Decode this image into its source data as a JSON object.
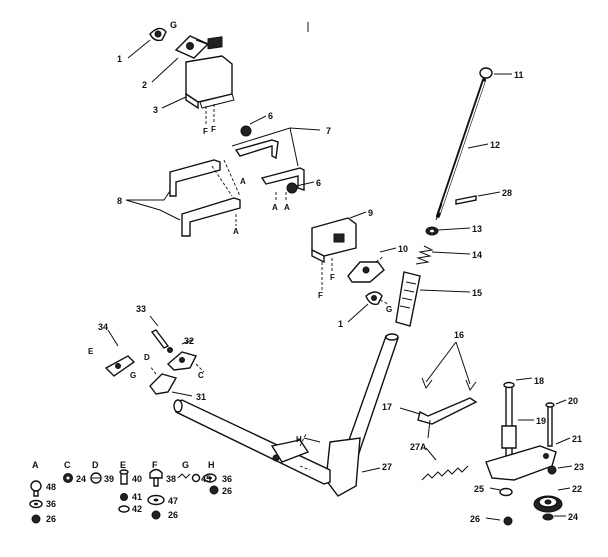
{
  "callouts": [
    {
      "id": "c-1a",
      "text": "1"
    },
    {
      "id": "c-2",
      "text": "2"
    },
    {
      "id": "c-3",
      "text": "3"
    },
    {
      "id": "c-Gtop",
      "text": "G"
    },
    {
      "id": "c-Ftop1",
      "text": "F"
    },
    {
      "id": "c-Ftop2",
      "text": "F"
    },
    {
      "id": "c-6a",
      "text": "6"
    },
    {
      "id": "c-7",
      "text": "7"
    },
    {
      "id": "c-6b",
      "text": "6"
    },
    {
      "id": "c-8",
      "text": "8"
    },
    {
      "id": "c-Aa",
      "text": "A"
    },
    {
      "id": "c-Ab",
      "text": "A"
    },
    {
      "id": "c-Ac",
      "text": "A"
    },
    {
      "id": "c-Ad",
      "text": "A"
    },
    {
      "id": "c-9",
      "text": "9"
    },
    {
      "id": "c-10",
      "text": "10"
    },
    {
      "id": "c-Fmid1",
      "text": "F"
    },
    {
      "id": "c-Fmid2",
      "text": "F"
    },
    {
      "id": "c-Gmid",
      "text": "G"
    },
    {
      "id": "c-1b",
      "text": "1"
    },
    {
      "id": "c-11",
      "text": "11"
    },
    {
      "id": "c-12",
      "text": "12"
    },
    {
      "id": "c-28",
      "text": "28"
    },
    {
      "id": "c-13",
      "text": "13"
    },
    {
      "id": "c-14",
      "text": "14"
    },
    {
      "id": "c-15",
      "text": "15"
    },
    {
      "id": "c-33",
      "text": "33"
    },
    {
      "id": "c-34",
      "text": "34"
    },
    {
      "id": "c-32",
      "text": "32"
    },
    {
      "id": "c-E",
      "text": "E"
    },
    {
      "id": "c-D",
      "text": "D"
    },
    {
      "id": "c-Gleft",
      "text": "G"
    },
    {
      "id": "c-C",
      "text": "C"
    },
    {
      "id": "c-31",
      "text": "31"
    },
    {
      "id": "c-H",
      "text": "H"
    },
    {
      "id": "c-16",
      "text": "16"
    },
    {
      "id": "c-17",
      "text": "17"
    },
    {
      "id": "c-27A",
      "text": "27A"
    },
    {
      "id": "c-27",
      "text": "27"
    },
    {
      "id": "c-18",
      "text": "18"
    },
    {
      "id": "c-19",
      "text": "19"
    },
    {
      "id": "c-20",
      "text": "20"
    },
    {
      "id": "c-21",
      "text": "21"
    },
    {
      "id": "c-23",
      "text": "23"
    },
    {
      "id": "c-25",
      "text": "25"
    },
    {
      "id": "c-22",
      "text": "22"
    },
    {
      "id": "c-26r",
      "text": "26"
    },
    {
      "id": "c-24r",
      "text": "24"
    }
  ],
  "hardware_key": [
    {
      "letter": "A",
      "parts": [
        "48",
        "36",
        "26"
      ]
    },
    {
      "letter": "C",
      "parts": [
        "24"
      ]
    },
    {
      "letter": "D",
      "parts": [
        "39"
      ]
    },
    {
      "letter": "E",
      "parts": [
        "40",
        "41",
        "42"
      ]
    },
    {
      "letter": "F",
      "parts": [
        "38",
        "47",
        "26"
      ]
    },
    {
      "letter": "G",
      "parts": [
        "45"
      ]
    },
    {
      "letter": "H",
      "parts": [
        "36",
        "26"
      ]
    }
  ]
}
